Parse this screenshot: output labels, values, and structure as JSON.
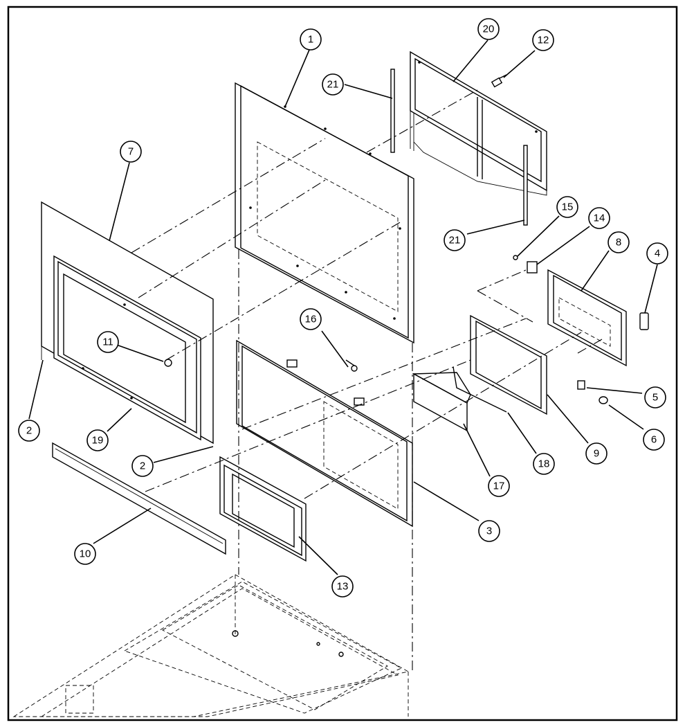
{
  "callouts": [
    {
      "id": "1",
      "label": "1"
    },
    {
      "id": "2a",
      "label": "2"
    },
    {
      "id": "2b",
      "label": "2"
    },
    {
      "id": "3",
      "label": "3"
    },
    {
      "id": "4",
      "label": "4"
    },
    {
      "id": "5",
      "label": "5"
    },
    {
      "id": "6",
      "label": "6"
    },
    {
      "id": "7",
      "label": "7"
    },
    {
      "id": "8",
      "label": "8"
    },
    {
      "id": "9",
      "label": "9"
    },
    {
      "id": "10",
      "label": "10"
    },
    {
      "id": "11",
      "label": "11"
    },
    {
      "id": "12",
      "label": "12"
    },
    {
      "id": "13",
      "label": "13"
    },
    {
      "id": "14",
      "label": "14"
    },
    {
      "id": "15",
      "label": "15"
    },
    {
      "id": "16",
      "label": "16"
    },
    {
      "id": "17",
      "label": "17"
    },
    {
      "id": "18",
      "label": "18"
    },
    {
      "id": "19",
      "label": "19"
    },
    {
      "id": "20",
      "label": "20"
    },
    {
      "id": "21a",
      "label": "21"
    },
    {
      "id": "21b",
      "label": "21"
    }
  ]
}
